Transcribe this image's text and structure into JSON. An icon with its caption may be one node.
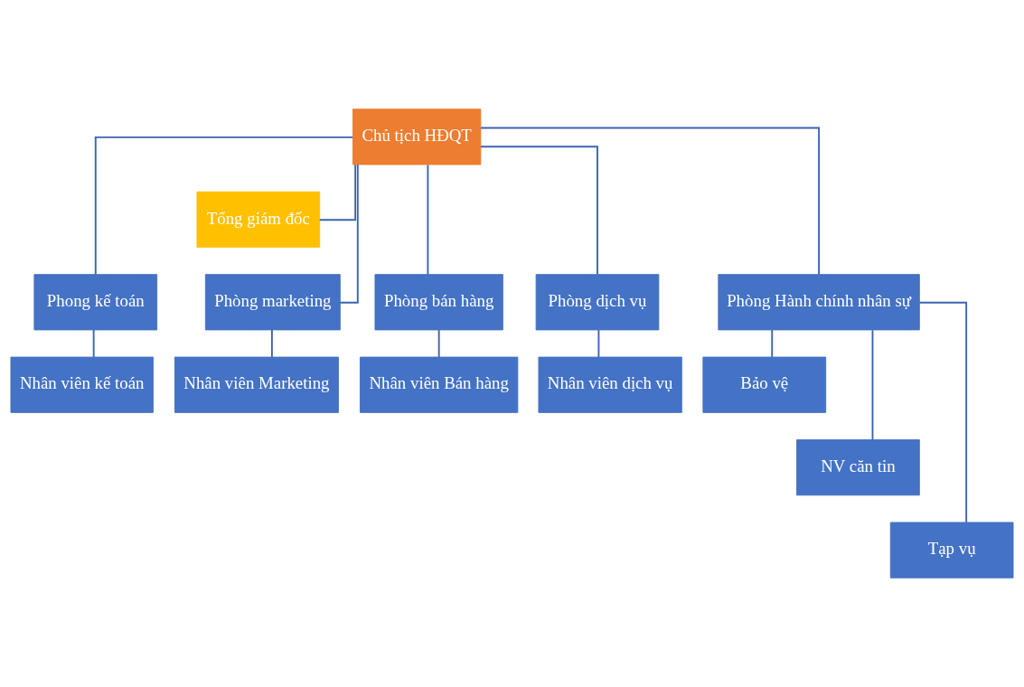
{
  "diagram": {
    "nodes": [
      {
        "text": [
          "Chủ tịch HĐQT"
        ]
      },
      {
        "text": [
          "Tổng giám đốc"
        ]
      },
      {
        "text": [
          "Phong kế toán"
        ]
      },
      {
        "text": [
          "Phòng marketing"
        ]
      },
      {
        "text": [
          "Phòng bán hàng"
        ]
      },
      {
        "text": [
          "Phòng dịch vụ"
        ]
      },
      {
        "text": [
          "Phòng Hành chính nhân sự"
        ]
      },
      {
        "text": [
          "Nhân viên kế toán"
        ]
      },
      {
        "text": [
          "Nhân viên Marketing"
        ]
      },
      {
        "text": [
          "Nhân viên Bán hàng"
        ]
      },
      {
        "text": [
          "Nhân viên dịch vụ"
        ]
      },
      {
        "text": [
          "Bảo vệ"
        ]
      },
      {
        "text": [
          "NV căn tin"
        ]
      },
      {
        "text": [
          "Tạp vụ"
        ]
      }
    ],
    "edges": [
      {
        "from": 0,
        "to": 1,
        "arrow": "none"
      },
      {
        "from": 0,
        "to": 2,
        "arrow": "none"
      },
      {
        "from": 0,
        "to": 3,
        "arrow": "none"
      },
      {
        "from": 0,
        "to": 4,
        "arrow": "none"
      },
      {
        "from": 0,
        "to": 5,
        "arrow": "none"
      },
      {
        "from": 0,
        "to": 6,
        "arrow": "none"
      },
      {
        "from": 2,
        "to": 7,
        "arrow": "none"
      },
      {
        "from": 3,
        "to": 8,
        "arrow": "none"
      },
      {
        "from": 4,
        "to": 9,
        "arrow": "none"
      },
      {
        "from": 5,
        "to": 10,
        "arrow": "none"
      },
      {
        "from": 6,
        "to": 11,
        "arrow": "none"
      },
      {
        "from": 6,
        "to": 12,
        "arrow": "none"
      },
      {
        "from": 6,
        "to": 13,
        "arrow": "none"
      }
    ]
  }
}
